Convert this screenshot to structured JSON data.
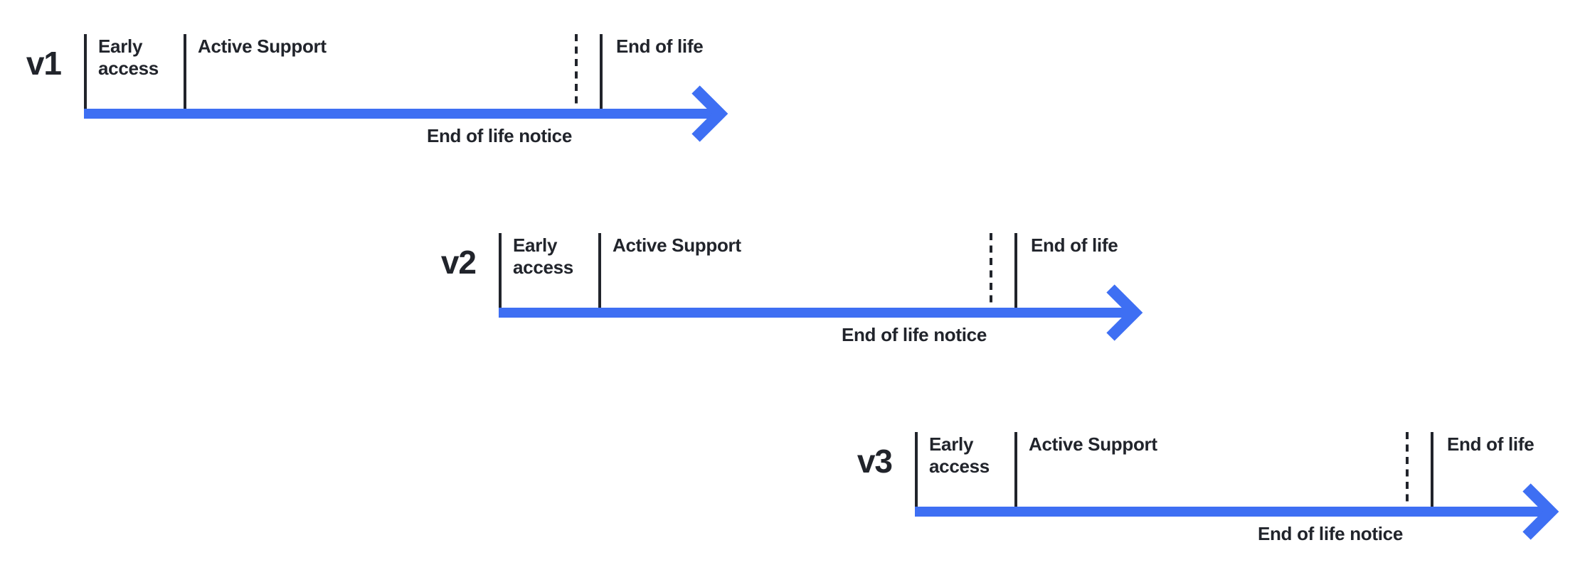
{
  "diagram": {
    "colors": {
      "accent_blue": "#3E6FF3",
      "text": "#21242B",
      "background": "#FFFFFF"
    },
    "timelines": [
      {
        "version": "v1",
        "phases": {
          "early_access": "Early access",
          "active_support": "Active Support",
          "end_of_life": "End of life",
          "end_of_life_notice": "End of life notice"
        }
      },
      {
        "version": "v2",
        "phases": {
          "early_access": "Early access",
          "active_support": "Active Support",
          "end_of_life": "End of life",
          "end_of_life_notice": "End of life notice"
        }
      },
      {
        "version": "v3",
        "phases": {
          "early_access": "Early access",
          "active_support": "Active Support",
          "end_of_life": "End of life",
          "end_of_life_notice": "End of life notice"
        }
      }
    ]
  }
}
